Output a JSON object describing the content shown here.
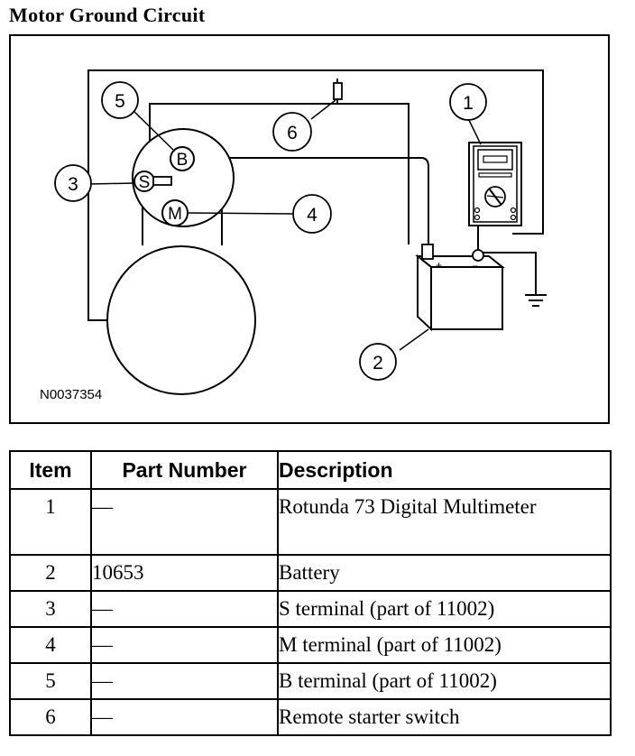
{
  "title": "Motor Ground Circuit",
  "figure": {
    "code": "N0037354",
    "callouts": [
      "1",
      "2",
      "3",
      "4",
      "5",
      "6"
    ],
    "terminal_labels": {
      "b": "B",
      "s": "S",
      "m": "M"
    },
    "battery_marks": {
      "positive": "+",
      "negative": "−"
    }
  },
  "table": {
    "headers": {
      "item": "Item",
      "part": "Part Number",
      "desc": "Description"
    },
    "rows": [
      {
        "item": "1",
        "part": "—",
        "desc": "Rotunda 73 Digital Multimeter"
      },
      {
        "item": "2",
        "part": "10653",
        "desc": "Battery"
      },
      {
        "item": "3",
        "part": "—",
        "desc": "S terminal (part of 11002)"
      },
      {
        "item": "4",
        "part": "—",
        "desc": "M terminal (part of 11002)"
      },
      {
        "item": "5",
        "part": "—",
        "desc": "B terminal (part of 11002)"
      },
      {
        "item": "6",
        "part": "—",
        "desc": "Remote starter switch"
      }
    ]
  }
}
